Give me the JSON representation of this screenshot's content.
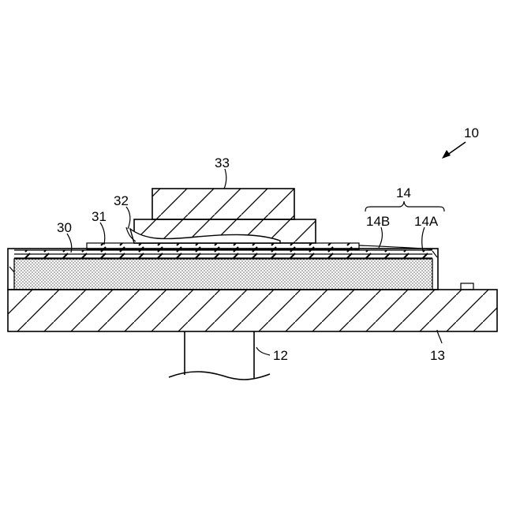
{
  "figure": {
    "assembly_ref": "10",
    "layers": {
      "substrate": "13",
      "support_post": "12",
      "coating": "14",
      "coating_part_b": "14B",
      "coating_part_a": "14A",
      "lower_layer": "30",
      "thin_film": "31",
      "bonding_material": "32",
      "top_block": "33"
    }
  }
}
